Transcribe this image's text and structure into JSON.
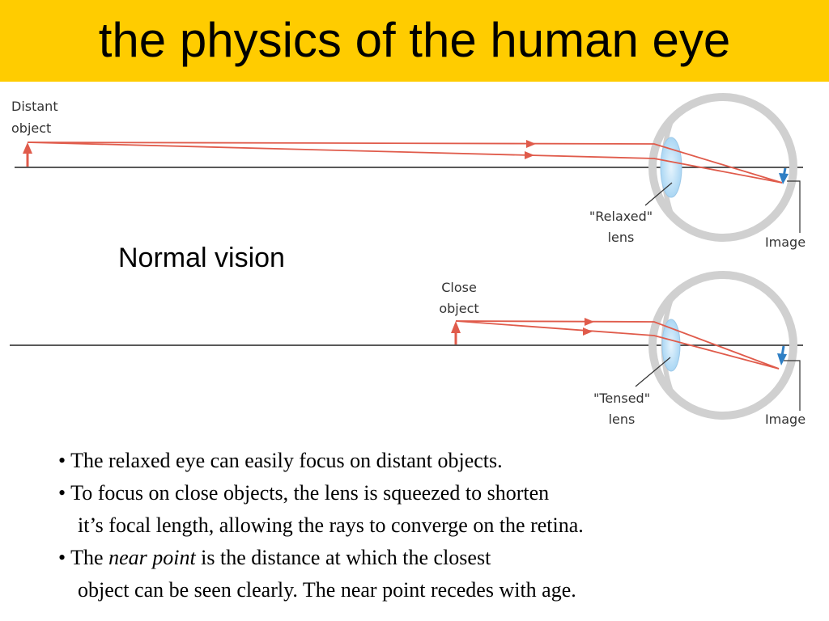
{
  "title": "the physics of the human eye",
  "colors": {
    "header": "#ffcc00",
    "ray": "#e05b4b",
    "image_arrow": "#2f7fc4",
    "eyeball": "#cccccc"
  },
  "diagram": {
    "top": {
      "object_label_1": "Distant",
      "object_label_2": "object",
      "lens_label_1": "\"Relaxed\"",
      "lens_label_2": "lens",
      "image_label": "Image"
    },
    "bottom": {
      "object_label_1": "Close",
      "object_label_2": "object",
      "lens_label_1": "\"Tensed\"",
      "lens_label_2": "lens",
      "image_label": "Image"
    }
  },
  "caption": "Normal vision",
  "bullets": {
    "b1": "• The relaxed eye can easily focus on distant objects.",
    "b2a": "• To focus on close objects, the lens is squeezed to shorten",
    "b2b": "it’s focal length, allowing the rays to converge on the retina.",
    "b3_pre": "• The ",
    "b3_em": "near point",
    "b3_post": " is the distance at which the closest",
    "b3b": "object can be seen clearly. The near point recedes with age."
  }
}
